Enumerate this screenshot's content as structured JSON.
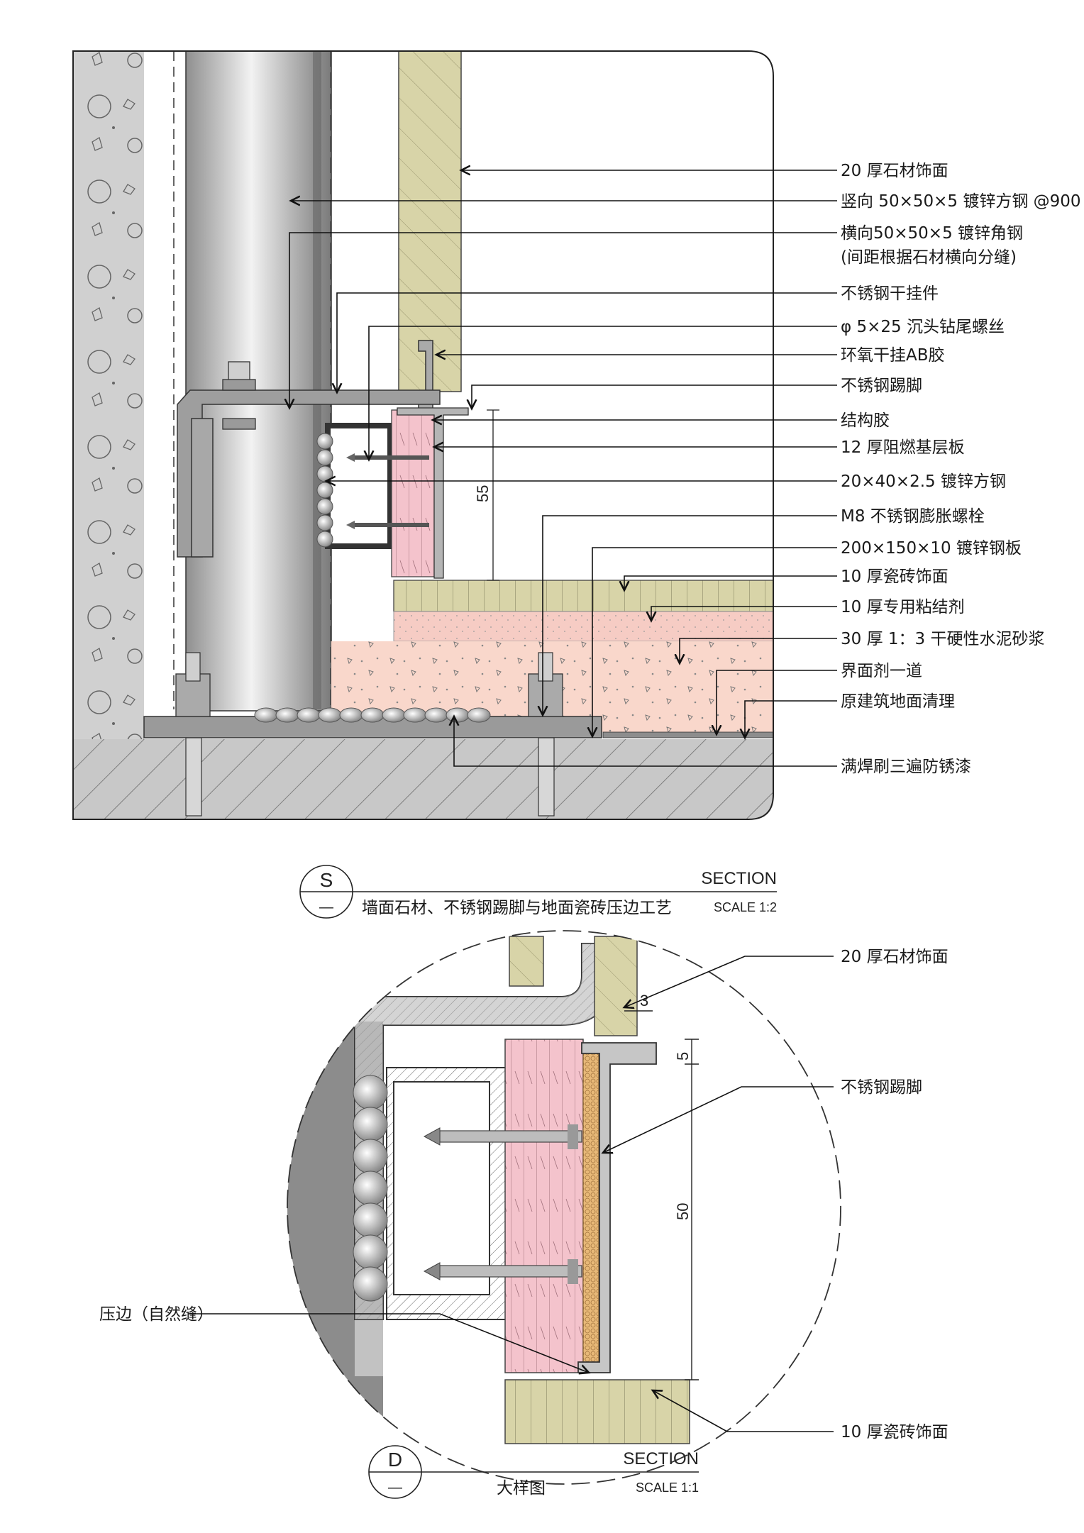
{
  "section_s": {
    "labels": [
      "20 厚石材饰面",
      "竖向 50×50×5 镀锌方钢 @900",
      "横向50×50×5 镀锌角钢",
      "(间距根据石材横向分缝)",
      "不锈钢干挂件",
      "φ 5×25 沉头钻尾螺丝",
      "环氧干挂AB胶",
      "不锈钢踢脚",
      "结构胶",
      "12 厚阻燃基层板",
      "20×40×2.5 镀锌方钢",
      "M8 不锈钢膨胀螺栓",
      "200×150×10 镀锌钢板",
      "10 厚瓷砖饰面",
      "10 厚专用粘结剂",
      "30 厚 1：3 干硬性水泥砂浆",
      "界面剂一道",
      "原建筑地面清理",
      "满焊刷三遍防锈漆"
    ],
    "dim_55": "55",
    "title_block": {
      "code": "S",
      "sub": "—",
      "type": "SECTION",
      "name": "墙面石材、不锈钢踢脚与地面瓷砖压边工艺",
      "scale": "SCALE 1:2"
    }
  },
  "section_d": {
    "label_stone": "20 厚石材饰面",
    "label_skirting": "不锈钢踢脚",
    "label_edge": "压边（自然缝）",
    "label_tile": "10 厚瓷砖饰面",
    "dim_3": "3",
    "dim_5": "5",
    "dim_50": "50",
    "title_block": {
      "code": "D",
      "sub": "—",
      "type": "SECTION",
      "name": "大样图",
      "scale": "SCALE 1:1"
    }
  }
}
